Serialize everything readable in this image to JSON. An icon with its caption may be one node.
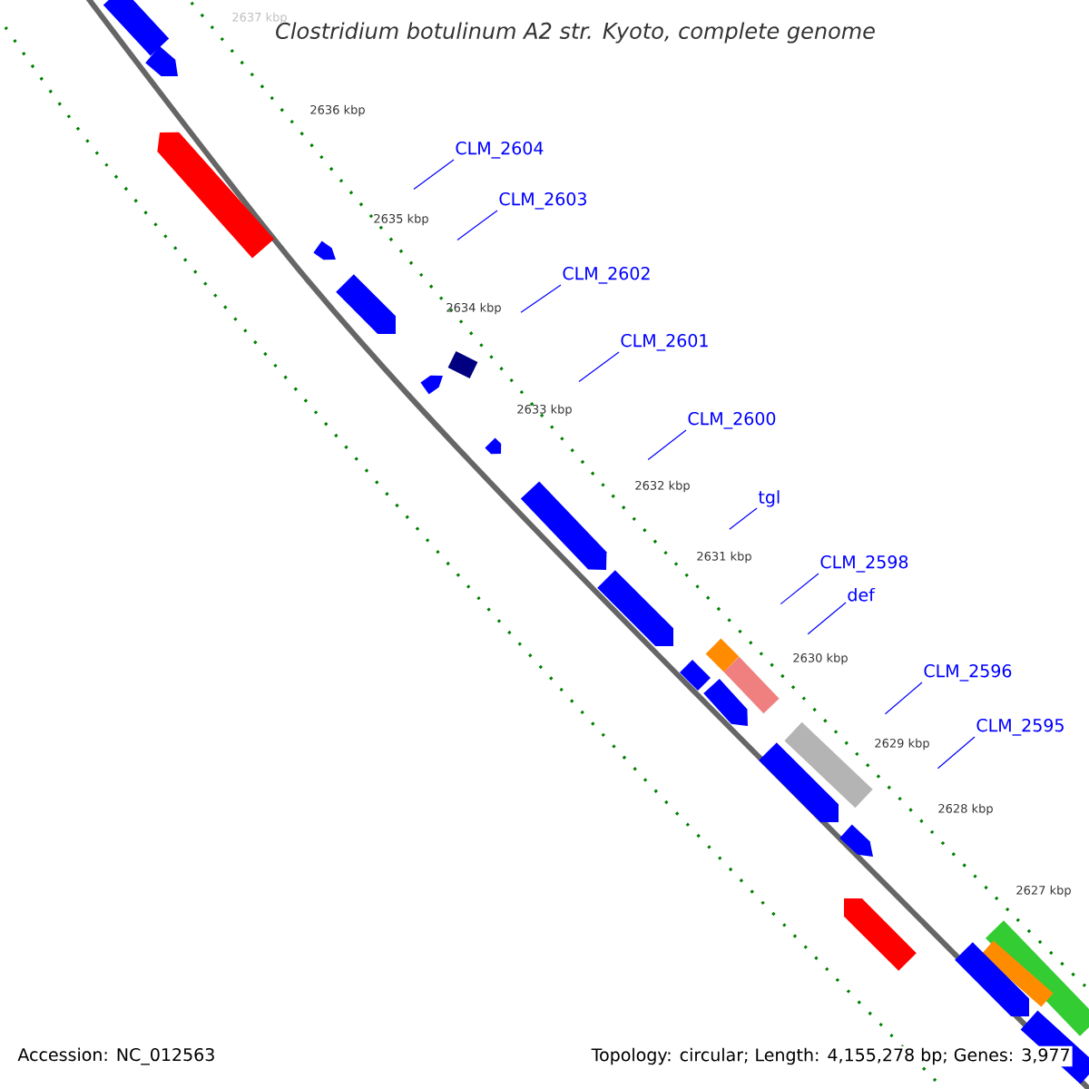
{
  "diagram": {
    "title": "*Clostridium botulinum* A2 str. Kyoto, complete genome",
    "nodes": [
      {
        "text": [
          "CLM_2604"
        ]
      },
      {
        "text": [
          "CLM_2603"
        ]
      },
      {
        "text": [
          "CLM_2602"
        ]
      },
      {
        "text": [
          "CLM_2601"
        ]
      },
      {
        "text": [
          "CLM_2600"
        ]
      },
      {
        "text": [
          "tgl"
        ]
      },
      {
        "text": [
          "CLM_2598"
        ]
      },
      {
        "text": [
          "def"
        ]
      },
      {
        "text": [
          "CLM_2596"
        ]
      },
      {
        "text": [
          "CLM_2595"
        ]
      }
    ],
    "edges": [
      {
        "from": 0,
        "to": null,
        "arrow": "none"
      },
      {
        "from": 1,
        "to": null,
        "arrow": "none"
      },
      {
        "from": 2,
        "to": null,
        "arrow": "none"
      },
      {
        "from": 3,
        "to": null,
        "arrow": "none"
      },
      {
        "from": 4,
        "to": null,
        "arrow": "none"
      },
      {
        "from": 5,
        "to": null,
        "arrow": "none"
      },
      {
        "from": 6,
        "to": null,
        "arrow": "none"
      },
      {
        "from": 7,
        "to": null,
        "arrow": "none"
      },
      {
        "from": 8,
        "to": null,
        "arrow": "none"
      },
      {
        "from": 9,
        "to": null,
        "arrow": "none"
      }
    ],
    "labels": [
      "2637 kbp",
      "2636 kbp",
      "2635 kbp",
      "2634 kbp",
      "2633 kbp",
      "2632 kbp",
      "2631 kbp",
      "2630 kbp",
      "2629 kbp",
      "2628 kbp",
      "2627 kbp",
      "Accession: NC_012563",
      "Topology: circular; Length: 4,155,278 bp; Genes: 3,977"
    ]
  }
}
